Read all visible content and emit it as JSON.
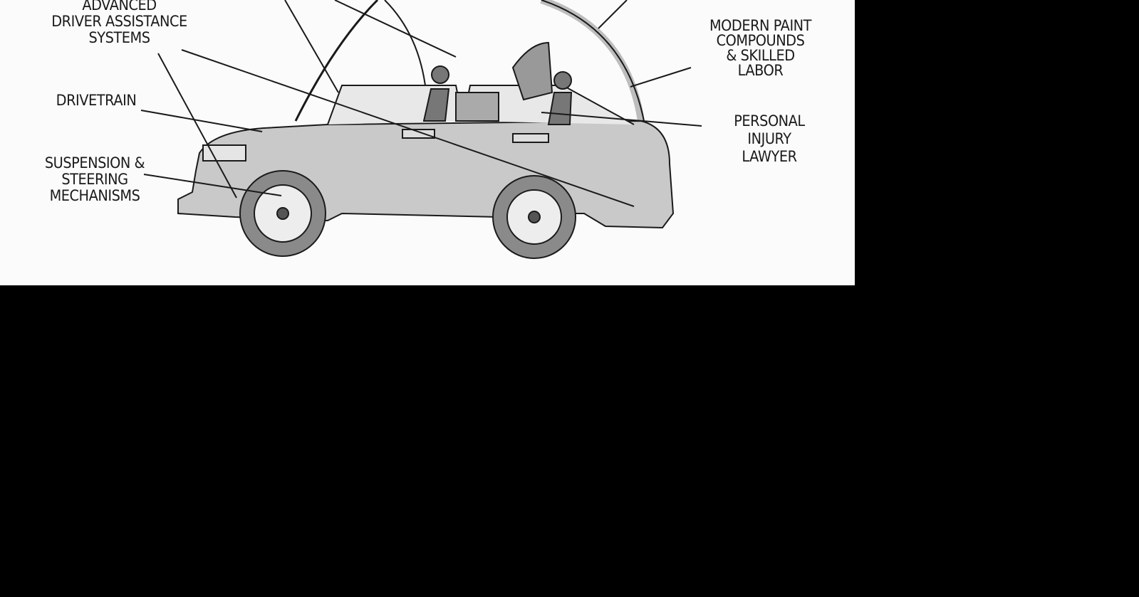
{
  "cartoon": {
    "labels": {
      "adas": [
        "ADVANCED",
        "DRIVER ASSISTANCE",
        "SYSTEMS"
      ],
      "drivetrain": "DRIVETRAIN",
      "suspension": [
        "SUSPENSION &",
        "STEERING",
        "MECHANISMS"
      ],
      "paint": [
        "MODERN PAINT",
        "COMPOUNDS",
        "& SKILLED",
        "LABOR"
      ],
      "lawyer": [
        "PERSONAL",
        "INJURY",
        "LAWYER"
      ]
    },
    "colors": {
      "background": "#000000",
      "paper": "#fbfbfb",
      "ink": "#1a1a1a",
      "car_body": "#c9c9c9"
    }
  }
}
